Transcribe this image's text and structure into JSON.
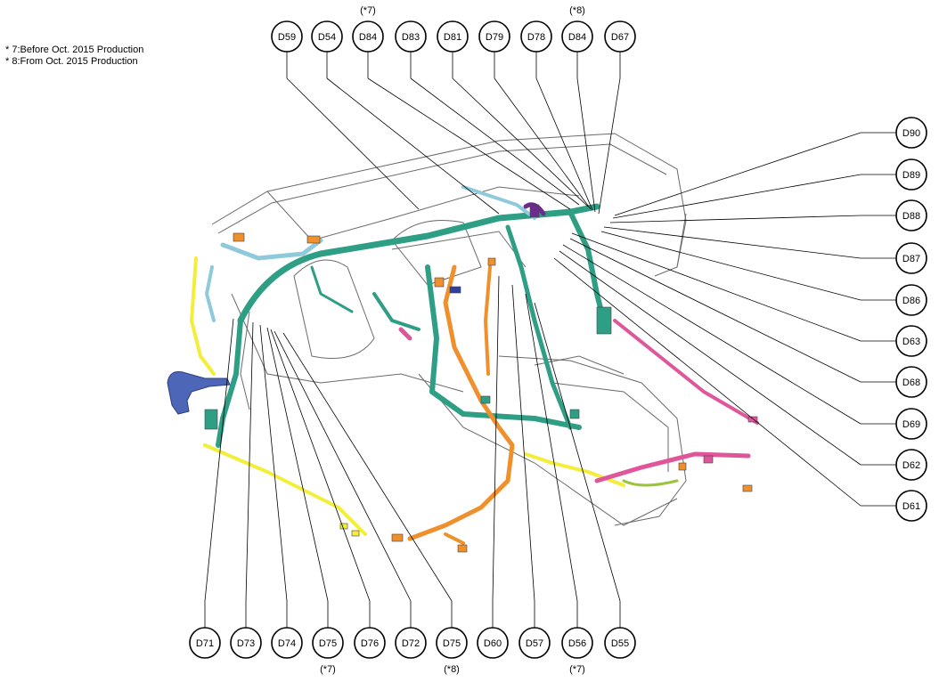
{
  "footnotes": [
    "* 7:Before Oct. 2015 Production",
    "* 8:From Oct. 2015 Production"
  ],
  "colors": {
    "teal_harness": "#2e9e85",
    "light_blue_harness": "#8ec9dc",
    "yellow_harness": "#f2ee3a",
    "orange_harness": "#f0902c",
    "pink_harness": "#e0569a",
    "purple_harness": "#6d2c8c",
    "blue_part": "#4d66b8",
    "outline": "#6a6a6a"
  },
  "connectors_top": [
    {
      "label": "D59",
      "note": ""
    },
    {
      "label": "D54",
      "note": ""
    },
    {
      "label": "D84",
      "note": "(*7)"
    },
    {
      "label": "D83",
      "note": ""
    },
    {
      "label": "D81",
      "note": ""
    },
    {
      "label": "D79",
      "note": ""
    },
    {
      "label": "D78",
      "note": ""
    },
    {
      "label": "D84",
      "note": "(*8)"
    },
    {
      "label": "D67",
      "note": ""
    }
  ],
  "connectors_right": [
    {
      "label": "D90"
    },
    {
      "label": "D89"
    },
    {
      "label": "D88"
    },
    {
      "label": "D87"
    },
    {
      "label": "D86"
    },
    {
      "label": "D63"
    },
    {
      "label": "D68"
    },
    {
      "label": "D69"
    },
    {
      "label": "D62"
    },
    {
      "label": "D61"
    }
  ],
  "connectors_bottom": [
    {
      "label": "D71",
      "note": ""
    },
    {
      "label": "D73",
      "note": ""
    },
    {
      "label": "D74",
      "note": ""
    },
    {
      "label": "D75",
      "note": "(*7)"
    },
    {
      "label": "D76",
      "note": ""
    },
    {
      "label": "D72",
      "note": ""
    },
    {
      "label": "D75",
      "note": "(*8)"
    },
    {
      "label": "D60",
      "note": ""
    },
    {
      "label": "D57",
      "note": ""
    },
    {
      "label": "D56",
      "note": "(*7)"
    },
    {
      "label": "D55",
      "note": ""
    }
  ]
}
